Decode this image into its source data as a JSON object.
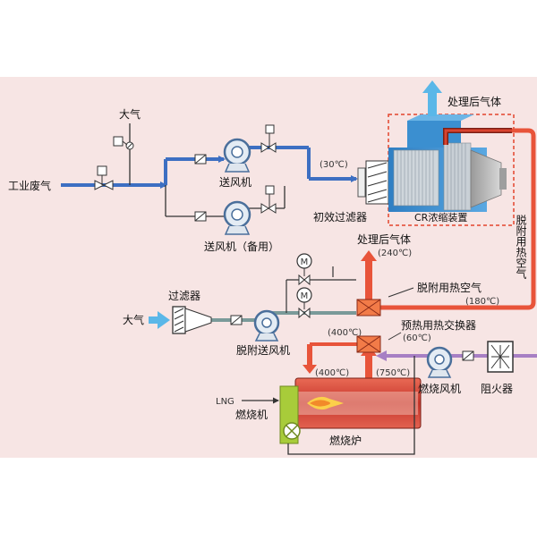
{
  "labels": {
    "industrial_exhaust": "工业废气",
    "atmosphere_top": "大气",
    "blower": "送风机",
    "blower_standby": "送风机（备用）",
    "temp_30": "(30℃)",
    "primary_filter": "初效过滤器",
    "cr_device": "CR浓缩装置",
    "treated_gas_top": "处理后气体",
    "desorb_air_vertical": "脱附用热空气",
    "treated_gas_mid": "处理后气体",
    "temp_240": "(240℃)",
    "filter": "过滤器",
    "atmosphere_left": "大气",
    "motor_letter": "M",
    "desorb_hot_air": "脱附用热空气",
    "temp_180": "(180℃)",
    "desorb_blower": "脱附送风机",
    "temp_400_a": "(400℃)",
    "preheat_exchanger": "预热用热交换器",
    "temp_60": "(60℃)",
    "temp_400_b": "(400℃)",
    "temp_750": "(750℃)",
    "lng": "LNG",
    "burner": "燃烧机",
    "furnace": "燃烧炉",
    "combustion_fan": "燃烧风机",
    "flame_arrester": "阻火器"
  },
  "colors": {
    "blue_flow": "#3d6fc2",
    "gray_flow": "#7a9a99",
    "red_flow": "#e8543a",
    "purple_flow": "#a77fc4",
    "light_blue_arrow": "#5ab7e8",
    "device_blue": "#3b8fd0",
    "furnace_red": "#d8453a",
    "burner_green": "#a8cc3a",
    "band_pink": "#f7e5e4"
  }
}
